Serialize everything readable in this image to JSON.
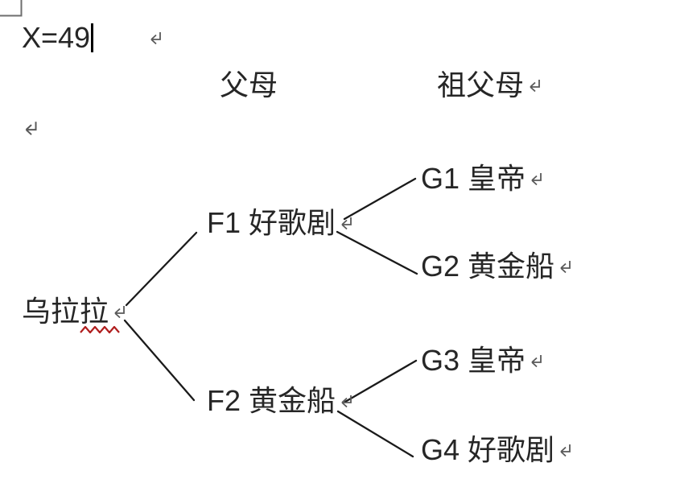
{
  "page": {
    "equation": {
      "text": "X=49"
    },
    "column_headers": {
      "parents": "父母",
      "grandparents": "祖父母"
    },
    "tree": {
      "root": {
        "label": "乌拉拉",
        "spellcheck_flagged": true
      },
      "parents": [
        {
          "id": "F1",
          "label": "F1 好歌剧"
        },
        {
          "id": "F2",
          "label": "F2 黄金船"
        }
      ],
      "grandparents": [
        {
          "id": "G1",
          "label": "G1 皇帝"
        },
        {
          "id": "G2",
          "label": "G2 黄金船"
        },
        {
          "id": "G3",
          "label": "G3 皇帝"
        },
        {
          "id": "G4",
          "label": "G4 好歌剧"
        }
      ],
      "edges": [
        {
          "from": "乌拉拉",
          "to": "F1"
        },
        {
          "from": "乌拉拉",
          "to": "F2"
        },
        {
          "from": "F1",
          "to": "G1"
        },
        {
          "from": "F1",
          "to": "G2"
        },
        {
          "from": "F2",
          "to": "G3"
        },
        {
          "from": "F2",
          "to": "G4"
        }
      ]
    },
    "icons": {
      "paragraph_mark": "pilcrow-return-arrow",
      "corner_mark": "text-boundary-corner"
    },
    "colors": {
      "text": "#262626",
      "branch_line": "#1a1a1a",
      "paragraph_mark": "#595959",
      "spellcheck_underline": "#b01e1e",
      "cursor": "#000000",
      "corner_mark": "#6e6e6e",
      "background": "#ffffff"
    }
  }
}
